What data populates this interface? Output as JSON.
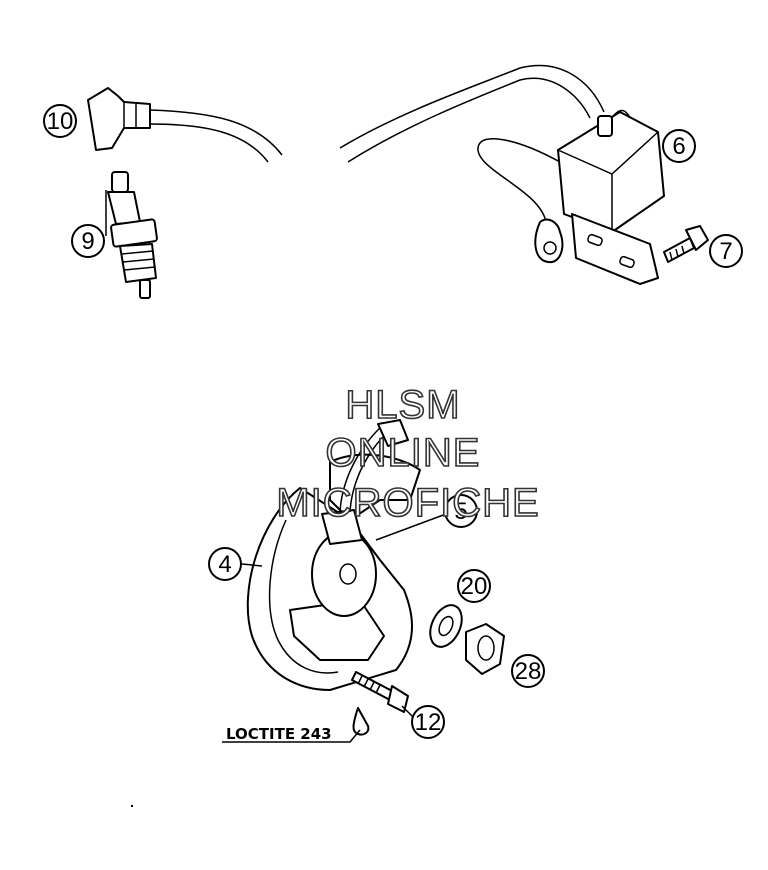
{
  "callouts": [
    {
      "id": "10",
      "label": "10"
    },
    {
      "id": "9",
      "label": "9"
    },
    {
      "id": "6",
      "label": "6"
    },
    {
      "id": "7",
      "label": "7"
    },
    {
      "id": "5",
      "label": "5"
    },
    {
      "id": "4",
      "label": "4"
    },
    {
      "id": "20",
      "label": "20"
    },
    {
      "id": "28",
      "label": "28"
    },
    {
      "id": "12",
      "label": "12"
    }
  ],
  "note": "LOCTITE 243",
  "watermark": {
    "line1": "HLSM",
    "line2": "ONLINE",
    "line3": "MICROFICHE"
  }
}
